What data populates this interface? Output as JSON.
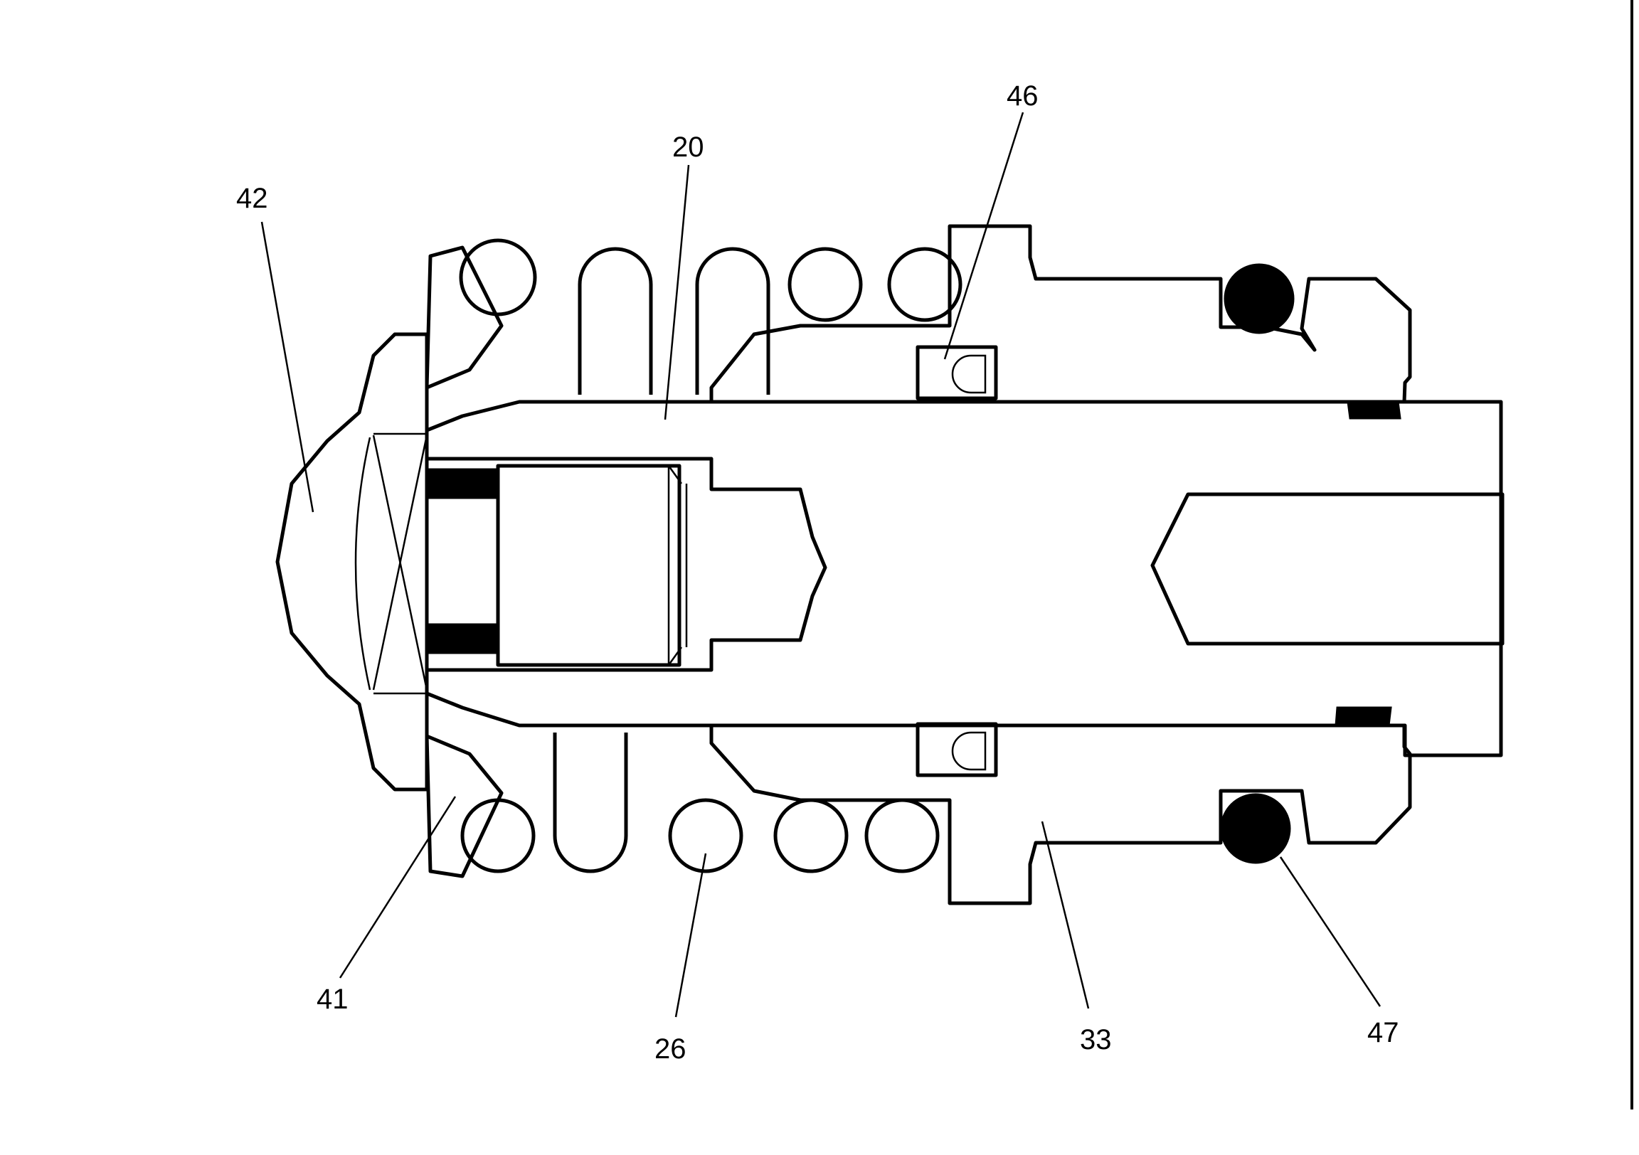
{
  "labels": {
    "l20": "20",
    "l26": "26",
    "l33": "33",
    "l41": "41",
    "l42": "42",
    "l46": "46",
    "l47": "47"
  }
}
